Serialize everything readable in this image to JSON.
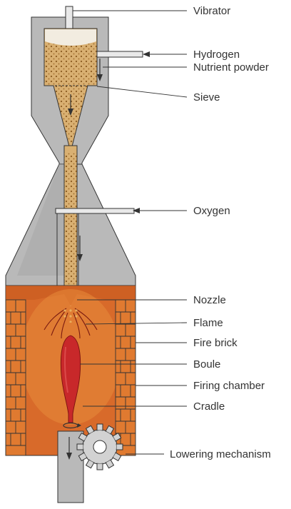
{
  "labels": {
    "vibrator": "Vibrator",
    "hydrogen": "Hydrogen",
    "nutrient_powder": "Nutrient powder",
    "sieve": "Sieve",
    "oxygen": "Oxygen",
    "nozzle": "Nozzle",
    "flame": "Flame",
    "fire_brick": "Fire brick",
    "boule": "Boule",
    "firing_chamber": "Firing chamber",
    "cradle": "Cradle",
    "lowering_mechanism": "Lowering mechanism"
  },
  "colors": {
    "casing": "#b9b9b9",
    "casing_dark": "#9e9e9e",
    "powder": "#d9b072",
    "chamber": "#d86a2a",
    "brick": "#e07a30",
    "boule": "#c8282a",
    "line": "#333333",
    "text": "#333333"
  }
}
